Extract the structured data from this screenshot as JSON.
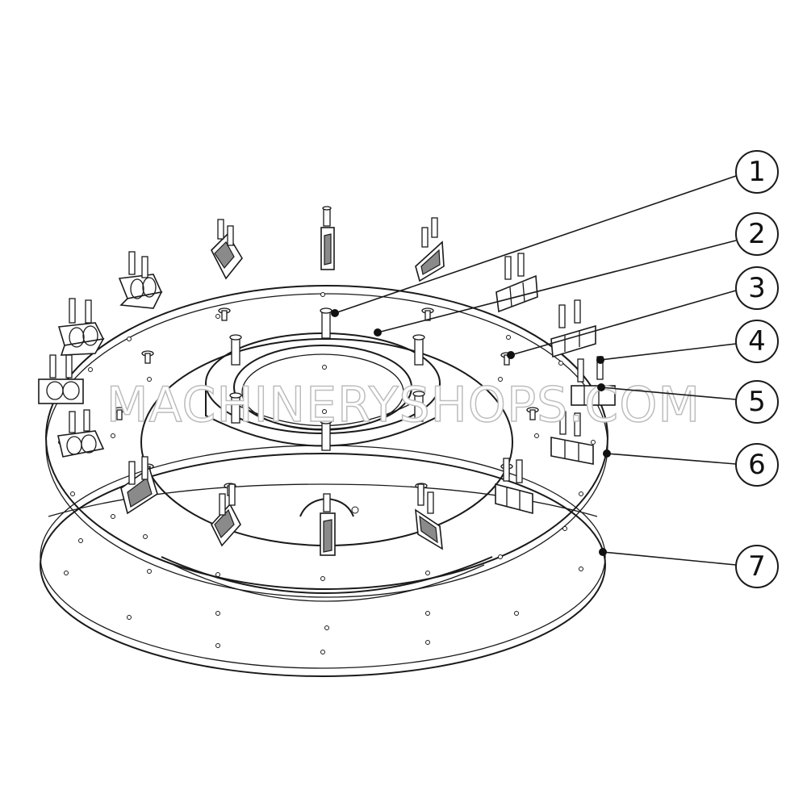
{
  "watermark": "MACHINERYSHOPS.COM",
  "callouts": [
    {
      "label": "1"
    },
    {
      "label": "2"
    },
    {
      "label": "3"
    },
    {
      "label": "4"
    },
    {
      "label": "5"
    },
    {
      "label": "6"
    },
    {
      "label": "7"
    }
  ]
}
